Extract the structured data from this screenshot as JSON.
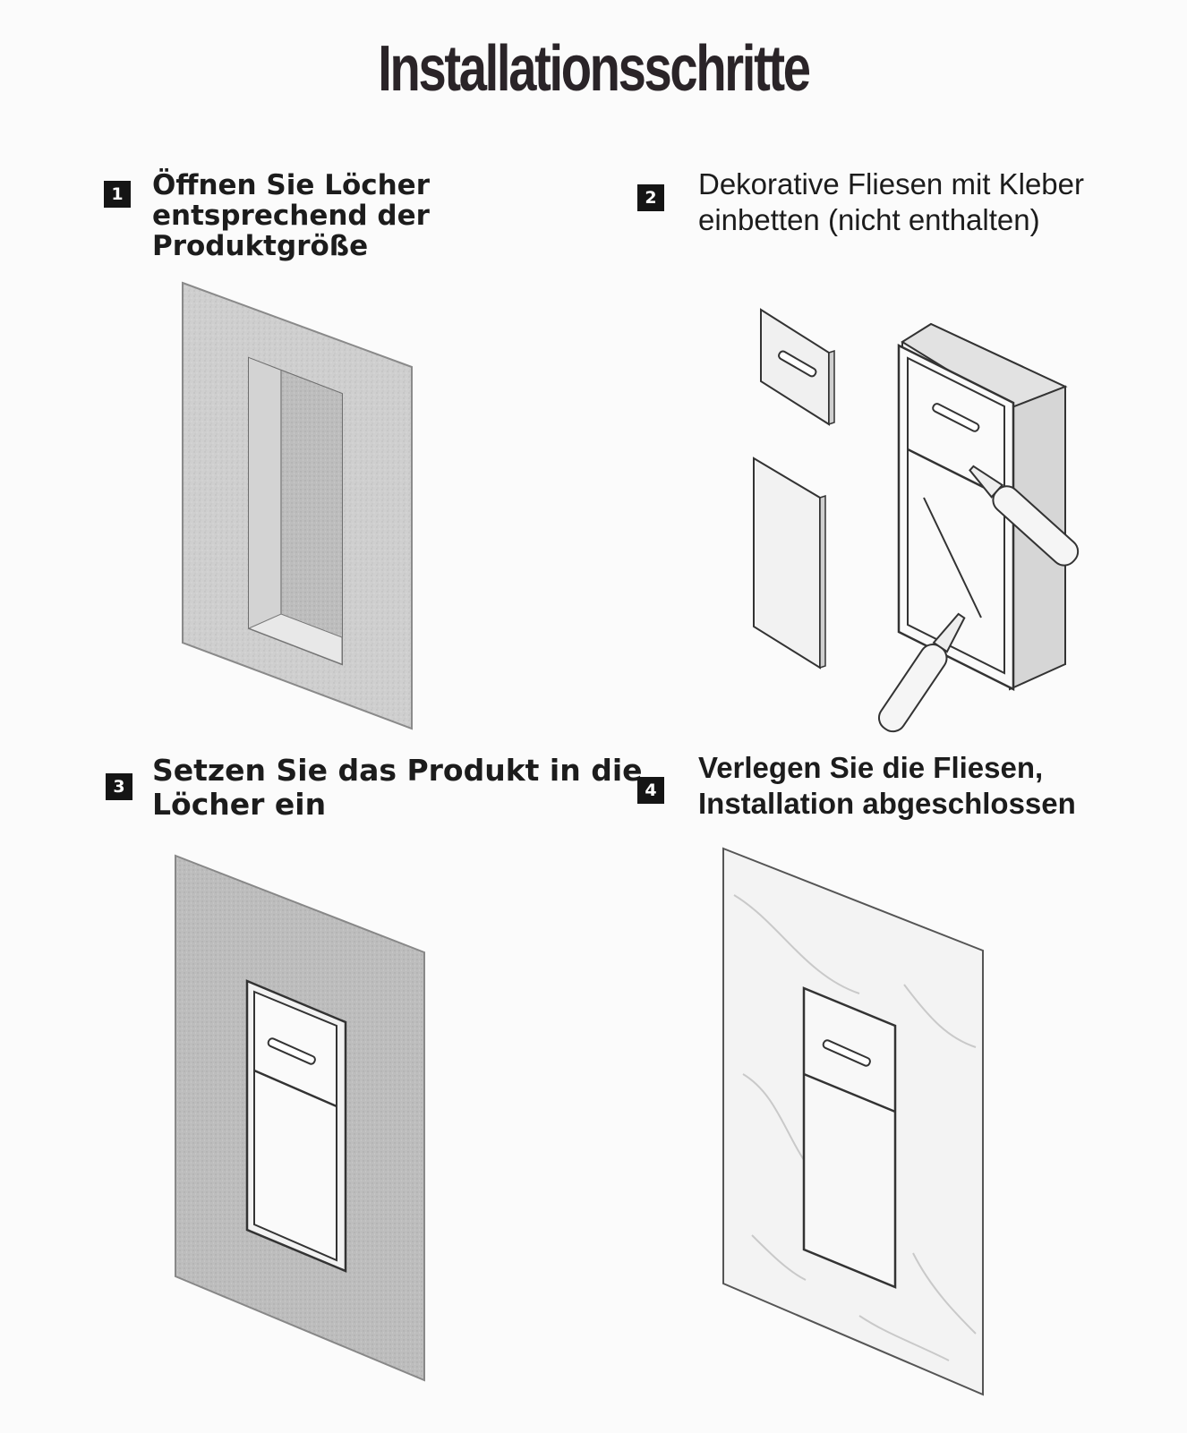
{
  "title": "Installationsschritte",
  "steps": [
    {
      "number": "1",
      "text": "Öffnen Sie Löcher\nentsprechend der\nProduktgröße"
    },
    {
      "number": "2",
      "text": "Dekorative Fliesen mit Kleber\neinbetten (nicht enthalten)"
    },
    {
      "number": "3",
      "text": "Setzen Sie das Produkt in die\nLöcher ein"
    },
    {
      "number": "4",
      "text": "Verlegen Sie die Fliesen,\nInstallation abgeschlossen"
    }
  ]
}
